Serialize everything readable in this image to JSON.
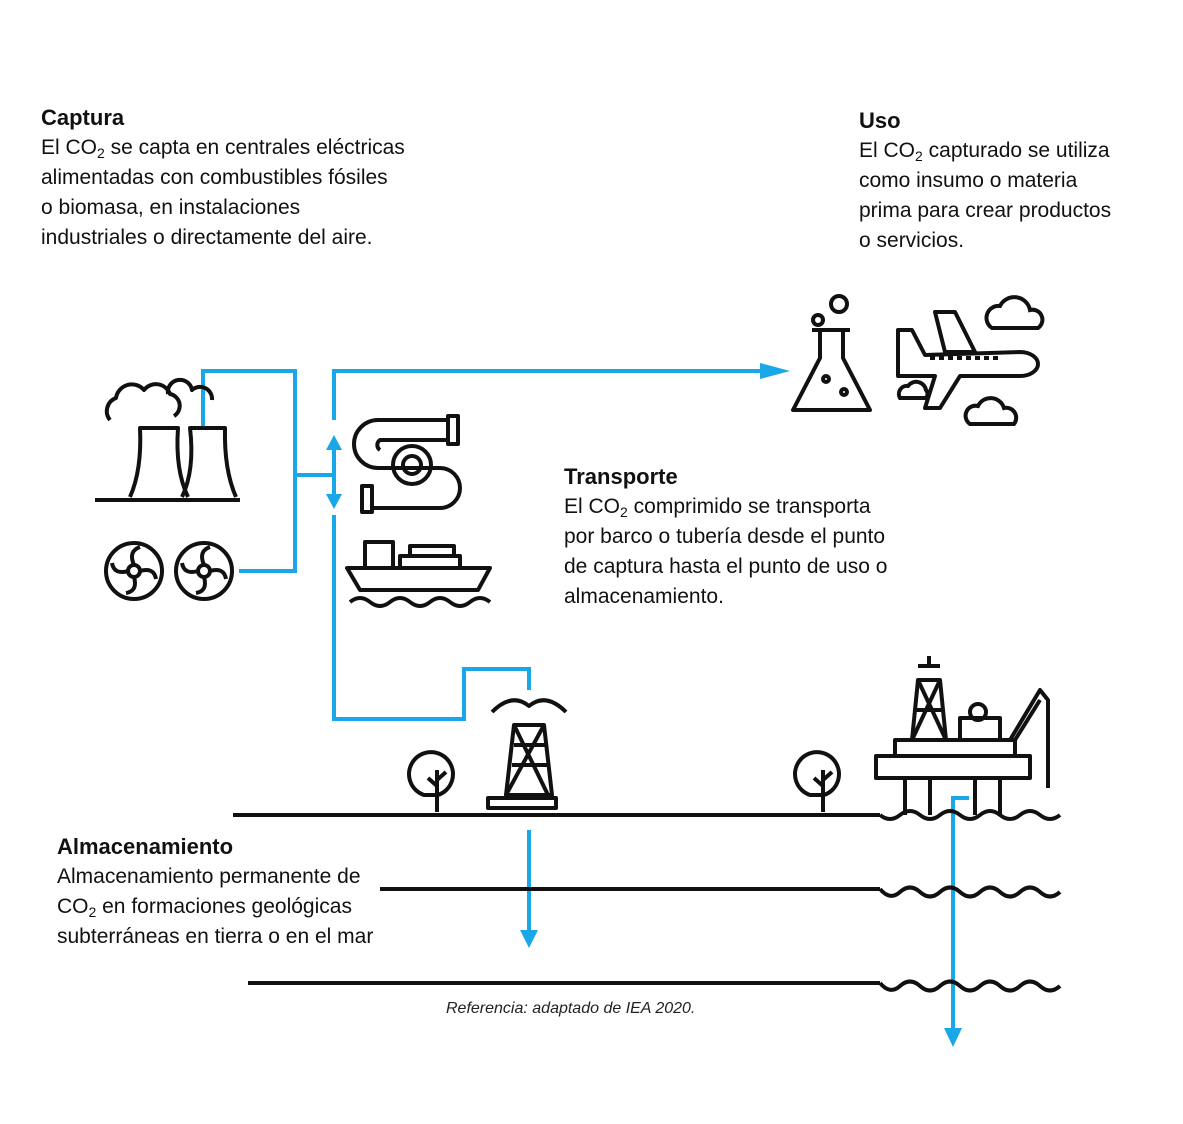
{
  "captura": {
    "title": "Captura",
    "line1_pre": "El CO",
    "line1_sub": "2",
    "line1_post": " se capta en centrales eléctricas",
    "line2": "alimentadas con combustibles fósiles",
    "line3": "o biomasa, en instalaciones",
    "line4": "industriales o directamente del aire."
  },
  "uso": {
    "title": "Uso",
    "line1_pre": "El CO",
    "line1_sub": "2",
    "line1_post": " capturado se utiliza",
    "line2": "como insumo o materia",
    "line3": "prima para crear productos",
    "line4": "o servicios."
  },
  "transporte": {
    "title": "Transporte",
    "line1_pre": "El CO",
    "line1_sub": "2",
    "line1_post": " comprimido se transporta",
    "line2": "por barco o tubería desde el punto",
    "line3": "de captura hasta el punto de uso o",
    "line4": "almacenamiento."
  },
  "almacenamiento": {
    "title": "Almacenamiento",
    "line1": "Almacenamiento permanente de",
    "line2_pre": "CO",
    "line2_sub": "2",
    "line2_post": " en formaciones geológicas",
    "line3": "subterráneas en tierra o en el mar"
  },
  "reference": "Referencia: adaptado de IEA 2020.",
  "colors": {
    "flow": "#1aa7e8",
    "ink": "#111111"
  },
  "icons": [
    "power-plant-icon",
    "fan-icon",
    "flask-icon",
    "airplane-icon",
    "cloud-icon",
    "pipeline-icon",
    "ship-icon",
    "oil-rig-icon",
    "tree-icon",
    "offshore-platform-icon"
  ]
}
